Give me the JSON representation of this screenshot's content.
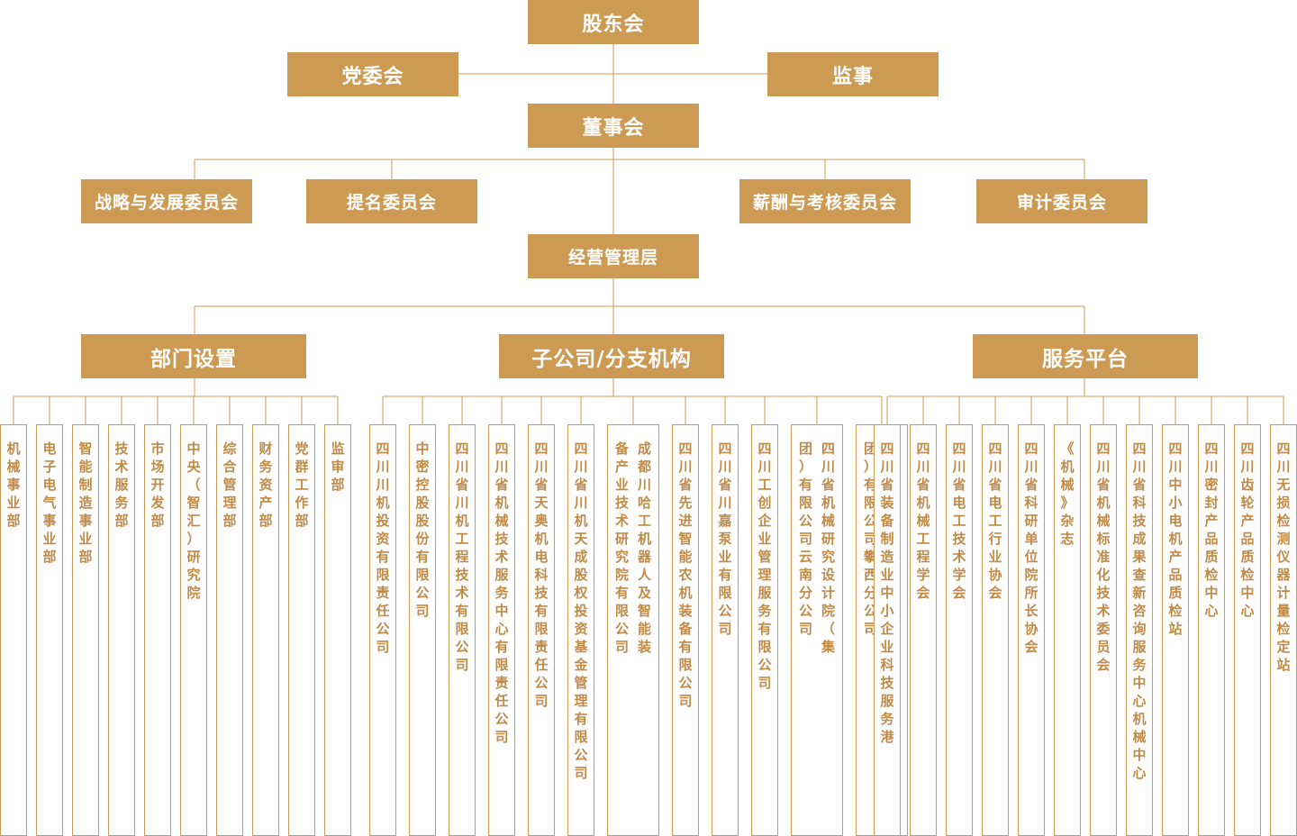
{
  "colors": {
    "box_fill": "#cc9a53",
    "leaf_text": "#c08a47",
    "line": "#cc9a53"
  },
  "top": {
    "shareholders": "股东会",
    "party_committee": "党委会",
    "supervisor": "监事",
    "board": "董事会",
    "management": "经营管理层"
  },
  "committees": [
    "战略与发展委员会",
    "提名委员会",
    "薪酬与考核委员会",
    "审计委员会"
  ],
  "groups": {
    "departments": "部门设置",
    "subsidiaries": "子公司/分支机构",
    "services": "服务平台"
  },
  "departments": [
    "机械事业部",
    "电子电气事业部",
    "智能制造事业部",
    "技术服务部",
    "市场开发部",
    "中央（智汇）研究院",
    "综合管理部",
    "财务资产部",
    "党群工作部",
    "监审部"
  ],
  "subsidiaries": [
    "四川川机投资有限责任公司",
    "中密控股股份有限公司",
    "四川省川机工程技术有限公司",
    "四川省机械技术服务中心有限责任公司",
    "四川省天奥机电科技有限责任公司",
    "四川省川机天成股权投资基金管理有限公司",
    "成都川哈工机器人及智能装备产业技术研究院有限公司",
    "四川省先进智能农机装备有限公司",
    "四川省川嘉泵业有限公司",
    "四川工创企业管理服务有限公司",
    "四川省机械研究设计院（集团）有限公司云南分公司",
    "四川省机械研究设计院（集团）有限公司攀西分公司"
  ],
  "services": [
    "四川省装备制造业中小企业科技服务港",
    "四川省机械工程学会",
    "四川省电工技术学会",
    "四川省电工行业协会",
    "四川省科研单位院所长协会",
    "《机械》杂志",
    "四川省机械标准化技术委员会",
    "四川省科技成果查新咨询服务中心机械中心",
    "四川中小电机产品质检站",
    "四川密封产品质检中心",
    "四川齿轮产品质检中心",
    "四川无损检测仪器计量检定站"
  ]
}
